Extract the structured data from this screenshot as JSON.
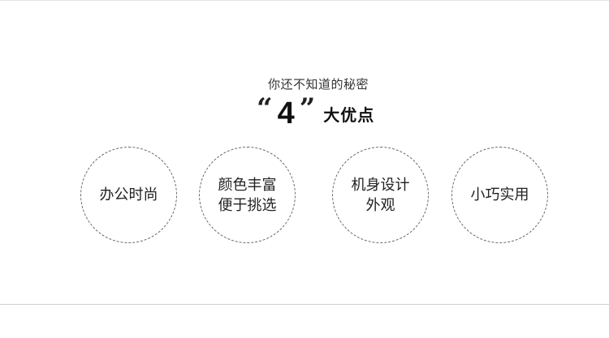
{
  "intro": {
    "subtitle": "你还不知道的秘密",
    "open_quote": "“",
    "number": "4",
    "close_quote": "”",
    "suffix": "大优点"
  },
  "features": [
    {
      "lines": [
        "办公时尚"
      ]
    },
    {
      "lines": [
        "颜色丰富",
        "便于挑选"
      ]
    },
    {
      "lines": [
        "机身设计",
        "外观"
      ]
    },
    {
      "lines": [
        "小巧实用"
      ]
    }
  ],
  "colors": {
    "text": "#222222",
    "dashed_border": "#666666",
    "divider": "#cfcfcf"
  }
}
